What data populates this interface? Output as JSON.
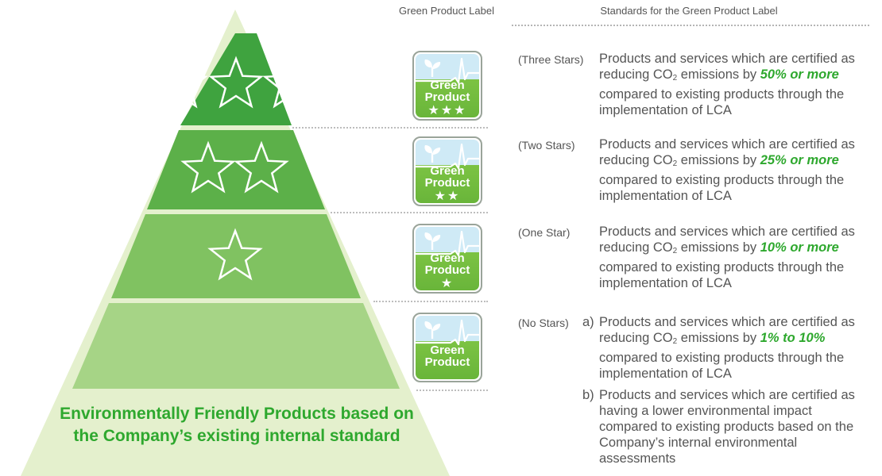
{
  "headers": {
    "label_col": "Green Product Label",
    "standards_col": "Standards for the Green Product Label"
  },
  "label_badge": {
    "line1": "Green",
    "line2": "Product",
    "star_glyph": "★"
  },
  "colors": {
    "accent_green": "#2ea82e",
    "pyramid_base": "#e4f0cd",
    "tier1": "#3fa33f",
    "tier2": "#5cb049",
    "tier3": "#80c261",
    "tier4": "#a6d486"
  },
  "pyramid_base_text": "Environmentally Friendly Products based on the Company’s existing internal standard",
  "tiers": [
    {
      "name": "(Three Stars)",
      "stars": 3,
      "desc_before": "Products and services which are certified as reducing CO",
      "desc_sub": "2",
      "desc_mid": " emissions by ",
      "highlight": "50% or more",
      "desc_after": " compared to existing products through the implementation of LCA"
    },
    {
      "name": "(Two Stars)",
      "stars": 2,
      "desc_before": "Products and services which are certified as reducing CO",
      "desc_sub": "2",
      "desc_mid": " emissions by ",
      "highlight": "25% or more",
      "desc_after": " compared to existing products through the implementation of LCA"
    },
    {
      "name": "(One Star)",
      "stars": 1,
      "desc_before": "Products and services which are certified as reducing CO",
      "desc_sub": "2",
      "desc_mid": " emissions by ",
      "highlight": "10% or more",
      "desc_after": " compared to existing products through the implementation of LCA"
    },
    {
      "name": "(No Stars)",
      "stars": 0,
      "prefix_a": "a)",
      "desc_before": "Products and services which are certified as reducing CO",
      "desc_sub": "2",
      "desc_mid": " emissions by ",
      "highlight": "1% to 10%",
      "desc_after": " compared to existing products through the implementation of LCA",
      "prefix_b": "b)",
      "desc_b": "Products and services which are certified as having a lower environmental impact compared to existing products based on the Company’s internal environmental assessments"
    }
  ]
}
